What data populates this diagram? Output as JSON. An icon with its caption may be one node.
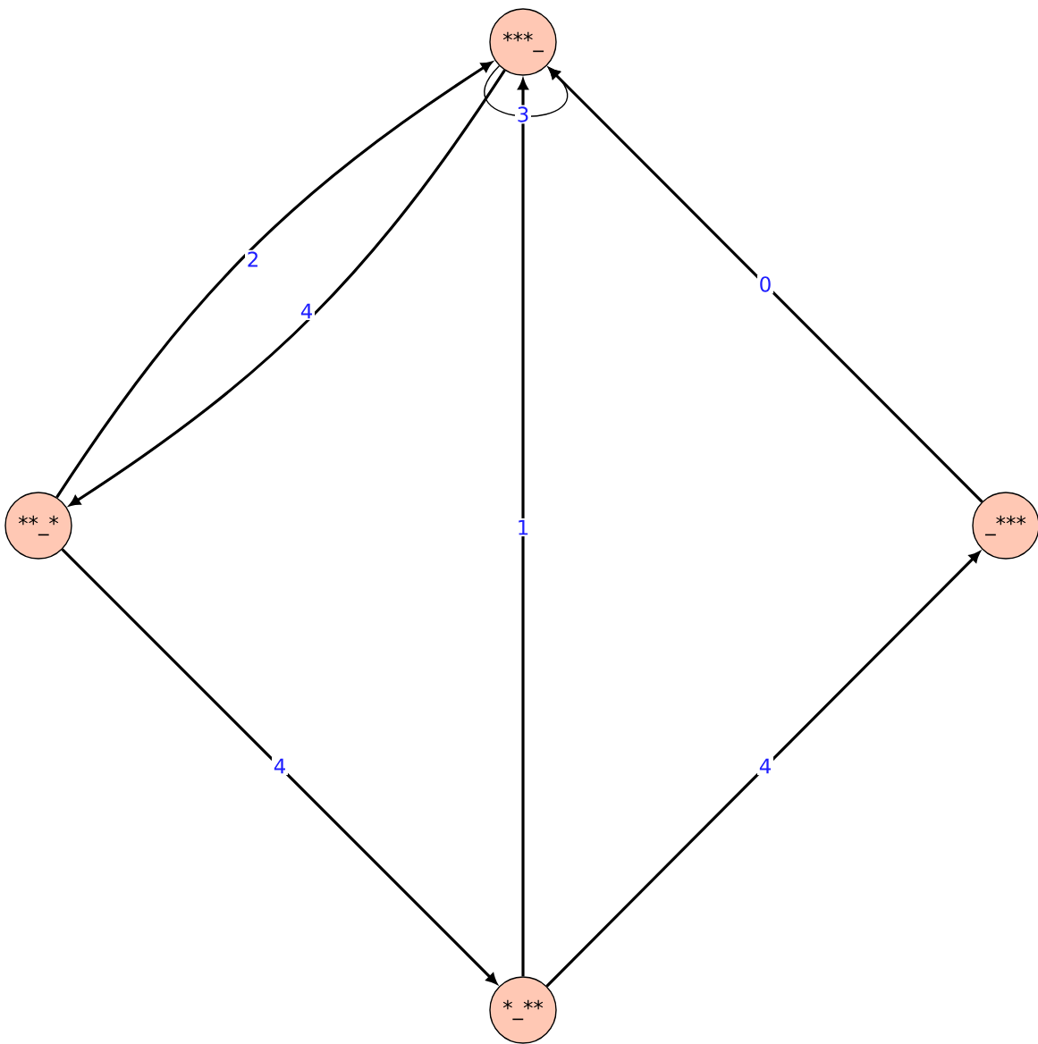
{
  "diagram": {
    "nodes": [
      {
        "text": [
          "***_"
        ]
      },
      {
        "text": [
          "**_*"
        ]
      },
      {
        "text": [
          "_***"
        ]
      },
      {
        "text": [
          "*_**"
        ]
      }
    ],
    "edges": [
      {
        "from": 1,
        "to": 0,
        "arrow": "to",
        "label": "2"
      },
      {
        "from": 0,
        "to": 1,
        "arrow": "to",
        "label": "4"
      },
      {
        "from": 0,
        "to": 0,
        "arrow": "to",
        "label": "3"
      },
      {
        "from": 3,
        "to": 0,
        "arrow": "to",
        "label": "1"
      },
      {
        "from": 2,
        "to": 0,
        "arrow": "to",
        "label": "0"
      },
      {
        "from": 1,
        "to": 3,
        "arrow": "to",
        "label": "4"
      },
      {
        "from": 3,
        "to": 2,
        "arrow": "to",
        "label": "4"
      }
    ]
  }
}
